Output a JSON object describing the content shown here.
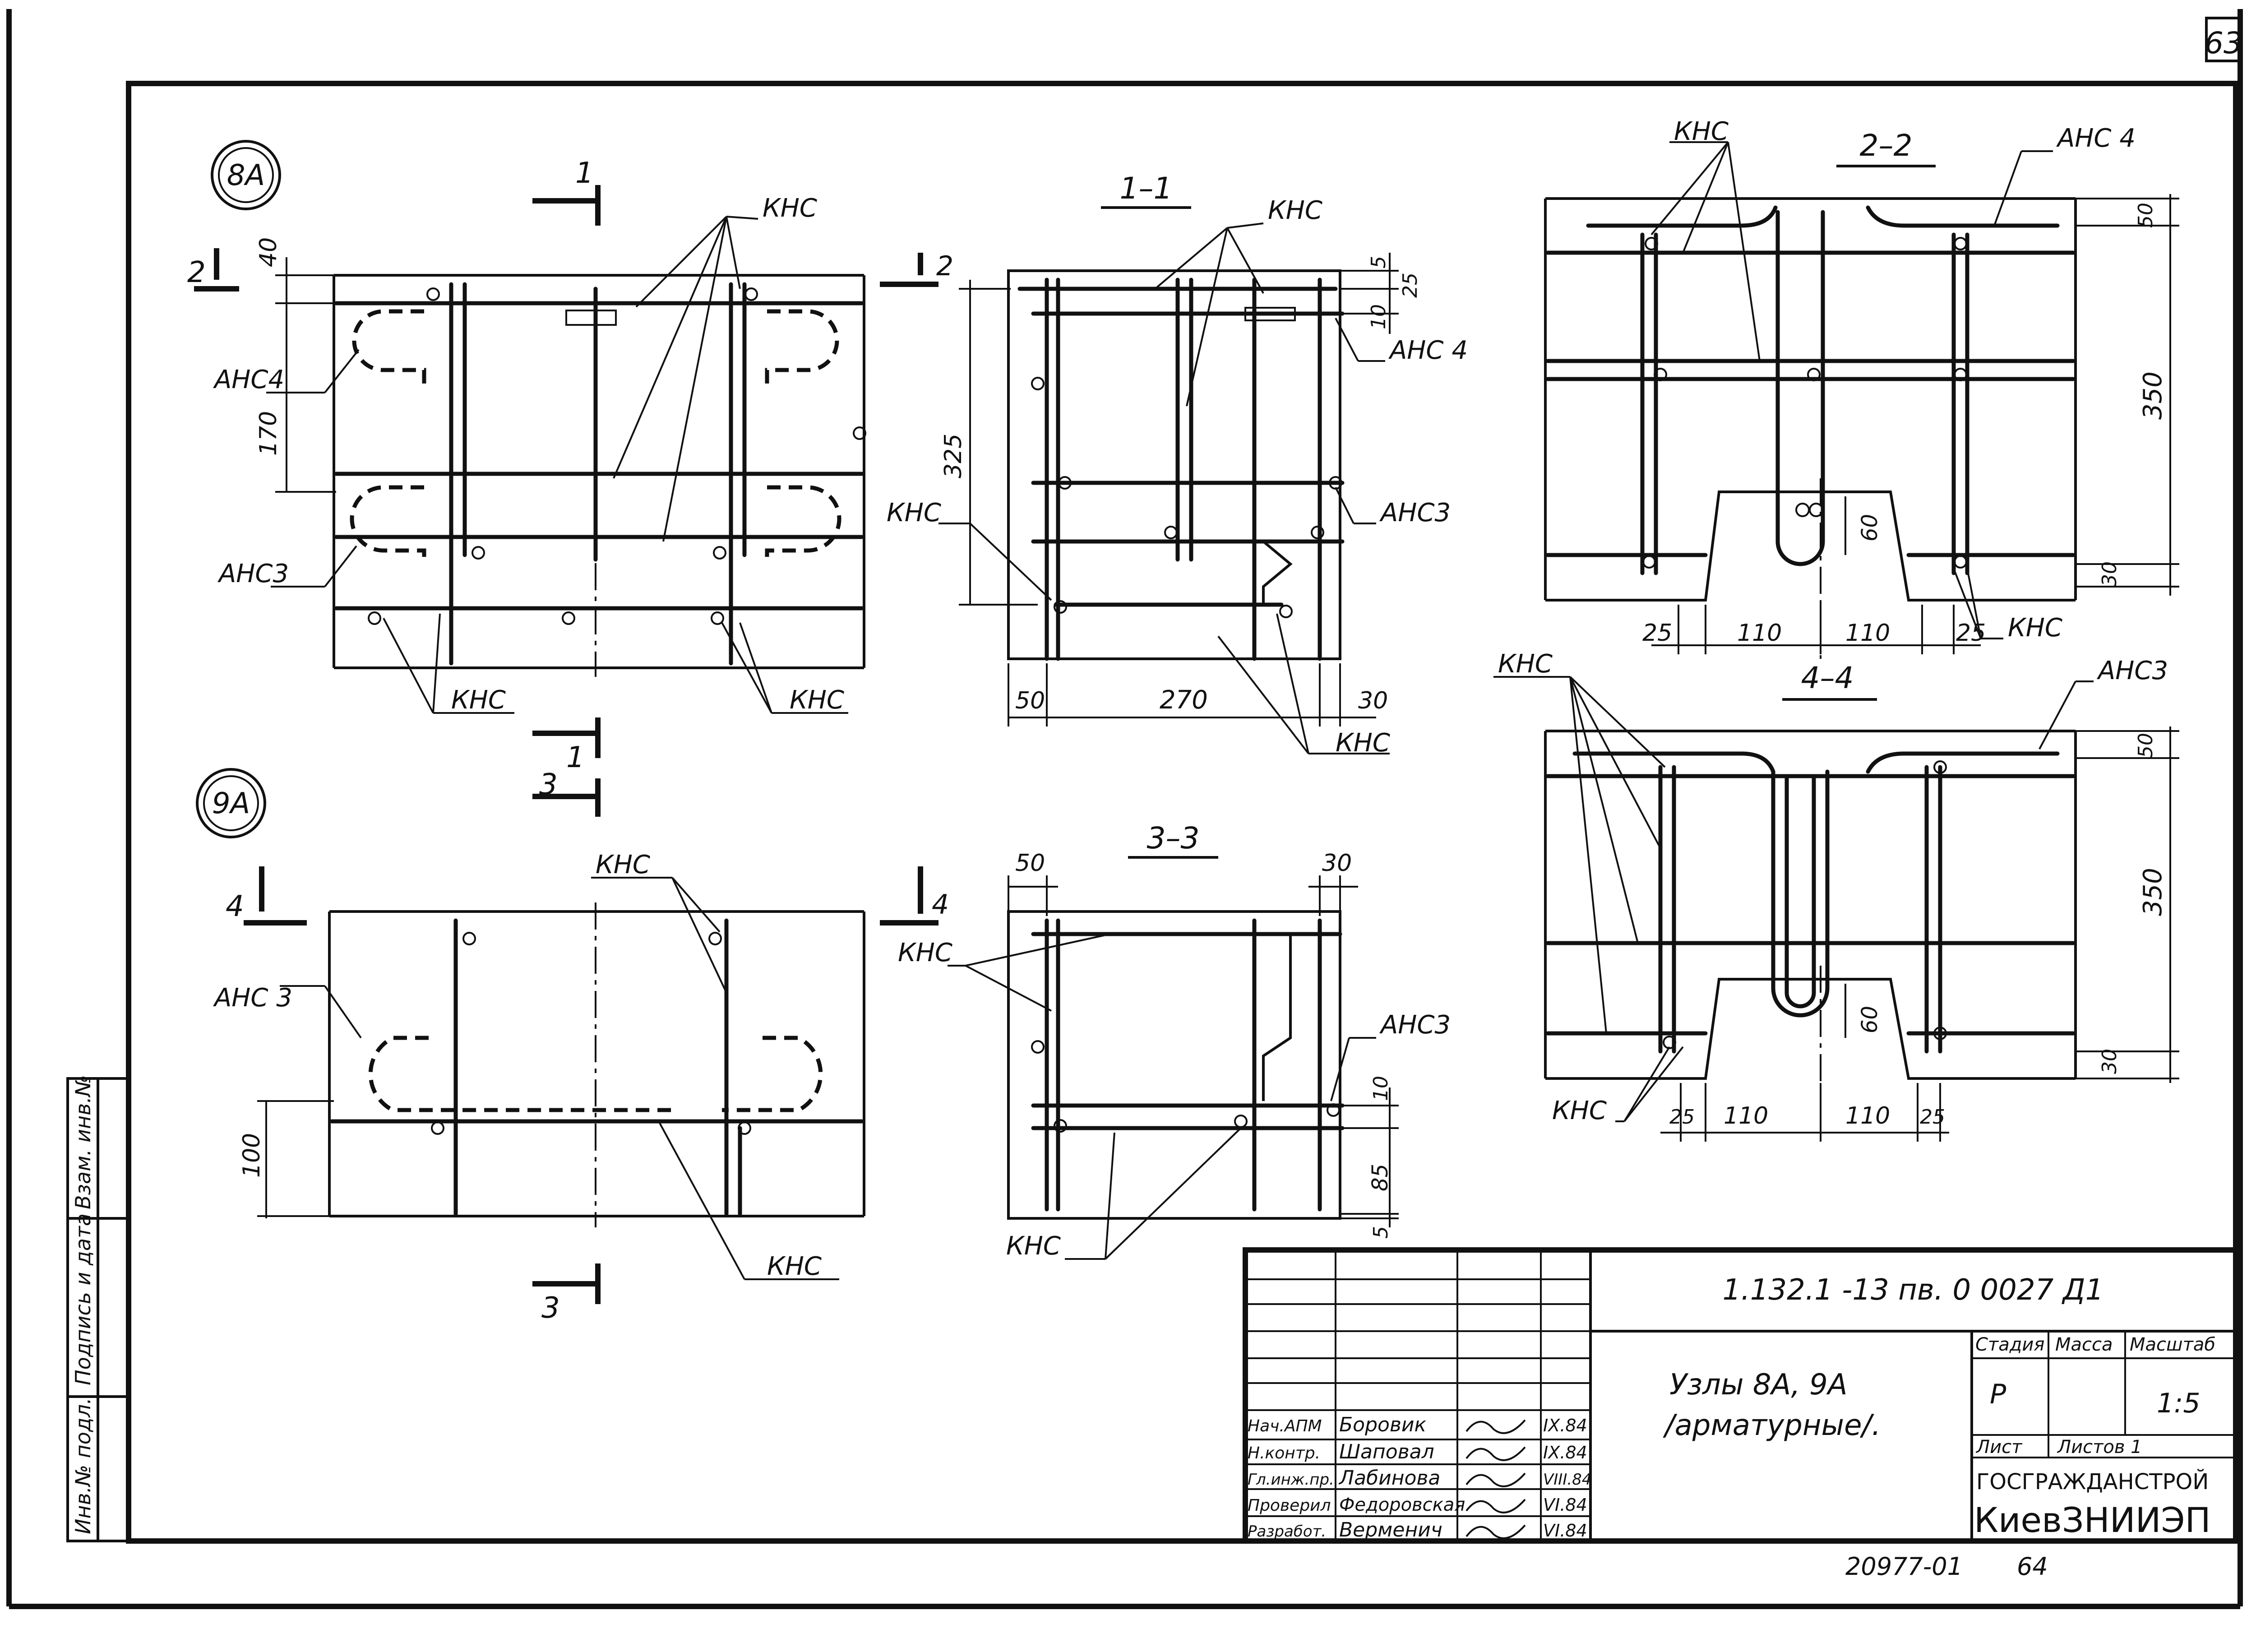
{
  "sheet": {
    "page_number": "63",
    "bottom_number": "20977-01",
    "bottom_page": "64"
  },
  "nodes": {
    "node_8a": "8А",
    "node_9a": "9А"
  },
  "sections": {
    "s11": "1–1",
    "s22": "2–2",
    "s33": "3–3",
    "s44": "4–4",
    "cut1": "1",
    "cut2": "2",
    "cut3": "3",
    "cut4": "4"
  },
  "labels": {
    "khc": "КНС",
    "ahc3": "АНС3",
    "ahc3_spaced": "АНС 3",
    "ahc4": "АНС4",
    "ahc4_spaced": "АНС 4"
  },
  "dims": {
    "d40": "40",
    "d170": "170",
    "d5": "5",
    "d25": "25",
    "d10": "10",
    "d325": "325",
    "d50": "50",
    "d270": "270",
    "d30": "30",
    "d350": "350",
    "d60": "60",
    "d110": "110",
    "d100": "100",
    "d85": "85"
  },
  "side_stamp": {
    "inv_podl": "Инв.№ подл.",
    "podpis": "Подпись и дата",
    "vzam": "Взам. инв.№"
  },
  "title_block": {
    "doc_code": "1.132.1 -13 пв. 0  0027 Д1",
    "title_line1": "Узлы 8А, 9А",
    "title_line2": "/арматурные/.",
    "stage_header": "Стадия",
    "mass_header": "Масса",
    "scale_header": "Масштаб",
    "stage_value": "Р",
    "scale_value": "1:5",
    "sheet_label": "Лист",
    "sheets_label": "Листов 1",
    "org_line1": "ГОСГРАЖДАНСТРОЙ",
    "org_line2": "КиевЗНИИЭП",
    "people": [
      {
        "role": "Нач.АПМ",
        "name": "Боровик",
        "date": "IX.84"
      },
      {
        "role": "Н.контр.",
        "name": "Шаповал",
        "date": "IX.84"
      },
      {
        "role": "Гл.инж.пр.",
        "name": "Лабинова",
        "date": "VIII.84"
      },
      {
        "role": "Проверил",
        "name": "Федоровская",
        "date": "VI.84"
      },
      {
        "role": "Разработ.",
        "name": "Верменич",
        "date": "VI.84"
      }
    ]
  }
}
